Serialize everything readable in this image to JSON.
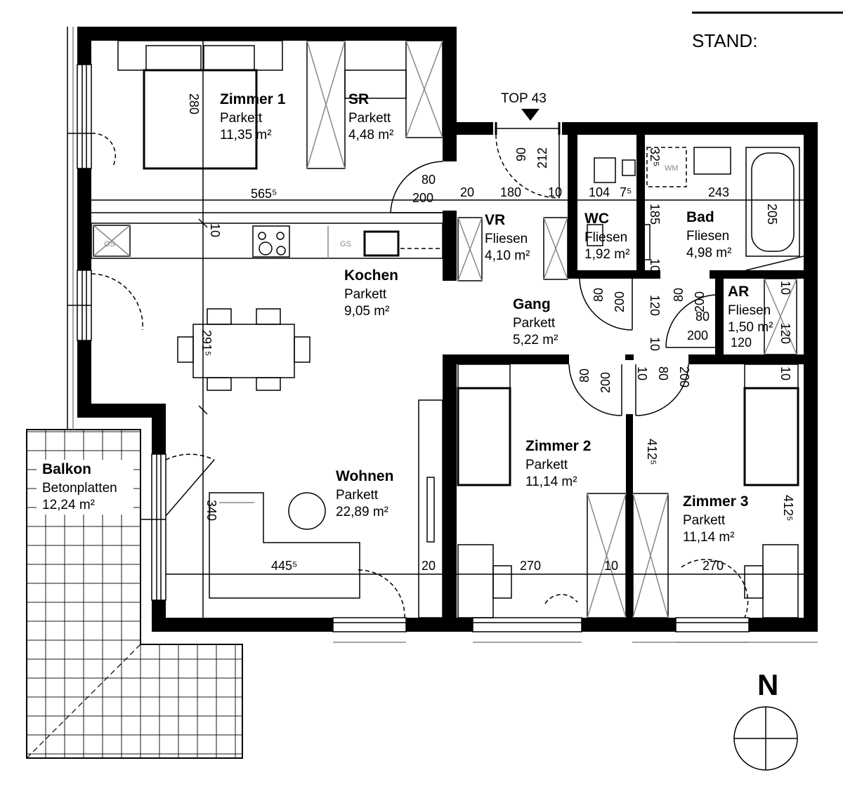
{
  "header": {
    "stand_label": "STAND:",
    "unit_label": "TOP 43"
  },
  "compass": {
    "north_label": "N"
  },
  "rooms": [
    {
      "id": "zimmer1",
      "name": "Zimmer 1",
      "floor": "Parkett",
      "area": "11,35 m²"
    },
    {
      "id": "sr",
      "name": "SR",
      "floor": "Parkett",
      "area": "4,48 m²"
    },
    {
      "id": "vr",
      "name": "VR",
      "floor": "Fliesen",
      "area": "4,10 m²"
    },
    {
      "id": "wc",
      "name": "WC",
      "floor": "Fliesen",
      "area": "1,92 m²"
    },
    {
      "id": "bad",
      "name": "Bad",
      "floor": "Fliesen",
      "area": "4,98 m²"
    },
    {
      "id": "ar",
      "name": "AR",
      "floor": "Fliesen",
      "area": "1,50 m²"
    },
    {
      "id": "kochen",
      "name": "Kochen",
      "floor": "Parkett",
      "area": "9,05 m²"
    },
    {
      "id": "gang",
      "name": "Gang",
      "floor": "Parkett",
      "area": "5,22 m²"
    },
    {
      "id": "zimmer2",
      "name": "Zimmer 2",
      "floor": "Parkett",
      "area": "11,14 m²"
    },
    {
      "id": "zimmer3",
      "name": "Zimmer 3",
      "floor": "Parkett",
      "area": "11,14 m²"
    },
    {
      "id": "wohnen",
      "name": "Wohnen",
      "floor": "Parkett",
      "area": "22,89 m²"
    },
    {
      "id": "balkon",
      "name": "Balkon",
      "floor": "Betonplatten",
      "area": "12,24 m²"
    }
  ],
  "dimensions": {
    "d565": "565⁵",
    "d280": "280",
    "d80a": "80",
    "d200a": "200",
    "d20a": "20",
    "d180": "180",
    "d10a": "10",
    "d104": "104",
    "d7": "7⁵",
    "d243": "243",
    "d90": "90",
    "d212": "212",
    "d325": "32⁵",
    "d185": "185",
    "d205": "205",
    "d10b": "10",
    "d10c": "10",
    "d80b": "80",
    "d200b": "200",
    "d120a": "120",
    "d80c": "80",
    "d200c": "200",
    "d80d": "80",
    "d200d": "200",
    "d10d": "10",
    "d120b": "120",
    "d120c": "120",
    "d10e": "10",
    "d2915": "291⁵",
    "d10f": "10",
    "d80e": "80",
    "d200e": "200",
    "d80f": "80",
    "d200f": "200",
    "d10g": "10",
    "d4125a": "412⁵",
    "d4125b": "412⁵",
    "d340": "340",
    "d4455": "445⁵",
    "d20b": "20",
    "d270a": "270",
    "d10h": "10",
    "d270b": "270"
  },
  "appliances": {
    "gs1": "GS",
    "gs2": "GS",
    "wm": "WM"
  }
}
